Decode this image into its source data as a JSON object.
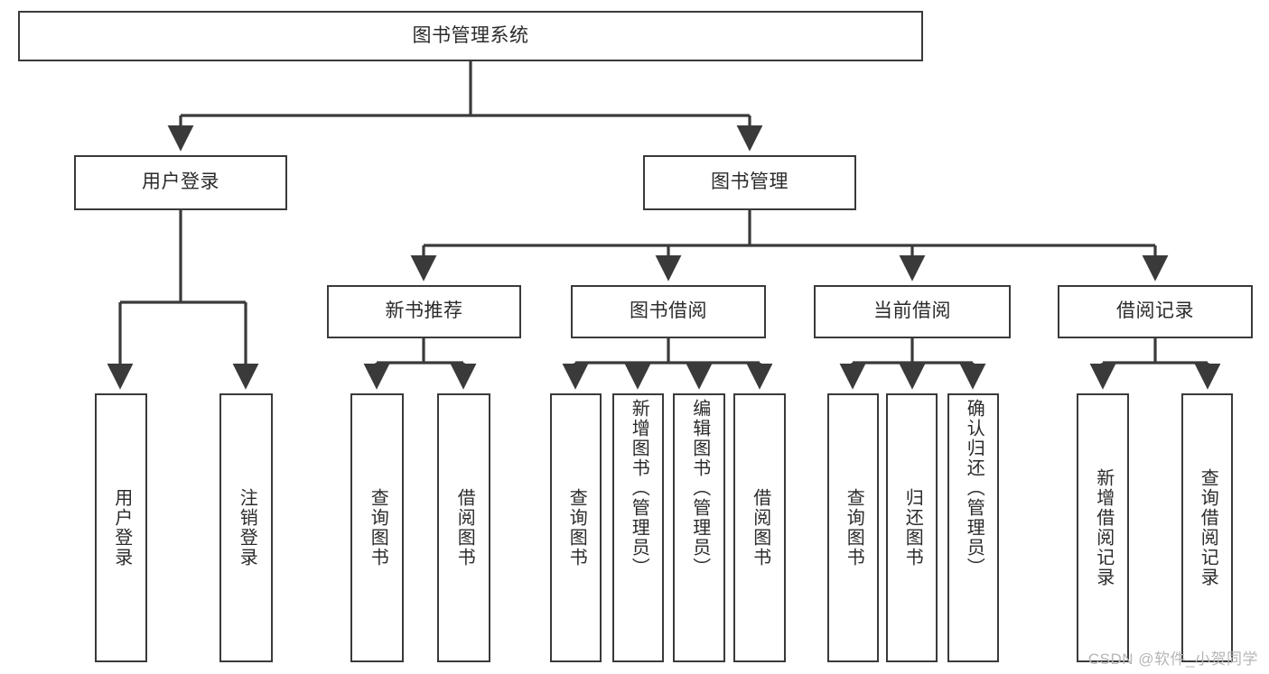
{
  "diagram": {
    "type": "tree-hierarchy-flowchart",
    "title": "图书管理系统",
    "watermark": "CSDN @软件_小贺同学",
    "colors": {
      "stroke": "#3a3a3a",
      "fill": "#ffffff",
      "text": "#2b2b2b",
      "watermark": "#b6b6b6"
    },
    "levels": {
      "root": {
        "label": "图书管理系统"
      },
      "level1": [
        {
          "id": "user-login",
          "label": "用户登录"
        },
        {
          "id": "book-management",
          "label": "图书管理"
        }
      ],
      "level2": [
        {
          "id": "new-book-recommend",
          "label": "新书推荐",
          "parent": "book-management"
        },
        {
          "id": "book-borrow",
          "label": "图书借阅",
          "parent": "book-management"
        },
        {
          "id": "current-borrow",
          "label": "当前借阅",
          "parent": "book-management"
        },
        {
          "id": "borrow-record",
          "label": "借阅记录",
          "parent": "book-management"
        }
      ],
      "leaves": {
        "user-login": [
          {
            "id": "leaf-user-login",
            "label": "用户登录"
          },
          {
            "id": "leaf-logout-login",
            "label": "注销登录"
          }
        ],
        "new-book-recommend": [
          {
            "id": "leaf-query-book-1",
            "label": "查询图书"
          },
          {
            "id": "leaf-borrow-book-1",
            "label": "借阅图书"
          }
        ],
        "book-borrow": [
          {
            "id": "leaf-query-book-2",
            "label": "查询图书"
          },
          {
            "id": "leaf-add-book",
            "label": "新增图书（管理员）"
          },
          {
            "id": "leaf-edit-book",
            "label": "编辑图书（管理员）"
          },
          {
            "id": "leaf-borrow-book-2",
            "label": "借阅图书"
          }
        ],
        "current-borrow": [
          {
            "id": "leaf-query-book-3",
            "label": "查询图书"
          },
          {
            "id": "leaf-return-book",
            "label": "归还图书"
          },
          {
            "id": "leaf-confirm-return",
            "label": "确认归还（管理员）"
          }
        ],
        "borrow-record": [
          {
            "id": "leaf-add-record",
            "label": "新增借阅记录"
          },
          {
            "id": "leaf-query-record",
            "label": "查询借阅记录"
          }
        ]
      }
    }
  }
}
